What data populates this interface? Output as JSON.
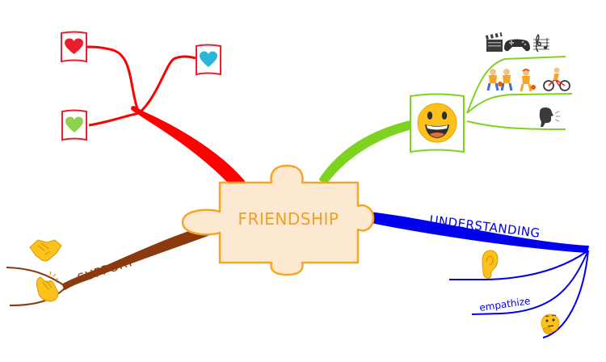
{
  "central_topic": {
    "label": "FRIENDSHIP",
    "shape": "puzzle-piece",
    "fill": "#fde9d2",
    "stroke": "#f5a623",
    "text_color": "#f0a020"
  },
  "branches": [
    {
      "label": "",
      "color": "#ff0000",
      "children": [
        {
          "icon": "red-heart-icon",
          "color": "#e8202e"
        },
        {
          "icon": "blue-heart-icon",
          "color": "#29b6d8"
        },
        {
          "icon": "green-heart-icon",
          "color": "#8fd14f"
        }
      ]
    },
    {
      "label": "",
      "color": "#7ed321",
      "hub_icon": "grinning-face-icon",
      "children": [
        {
          "icon": "clapper-board-icon"
        },
        {
          "icon": "game-controller-icon"
        },
        {
          "icon": "music-score-icon"
        },
        {
          "icon": "basketball-players-icon"
        },
        {
          "icon": "cyclist-icon"
        },
        {
          "icon": "speaking-head-icon"
        }
      ]
    },
    {
      "label": "UNDERSTANDING",
      "color": "#0000ee",
      "children": [
        {
          "icon": "ear-icon"
        },
        {
          "label": "empathize"
        },
        {
          "icon": "thinking-face-icon"
        }
      ]
    },
    {
      "label": "SUPPORT",
      "color": "#8b3a0e",
      "children": [
        {
          "icon": "handshake-icon"
        },
        {
          "icon": "clapping-hands-icon"
        }
      ]
    }
  ]
}
